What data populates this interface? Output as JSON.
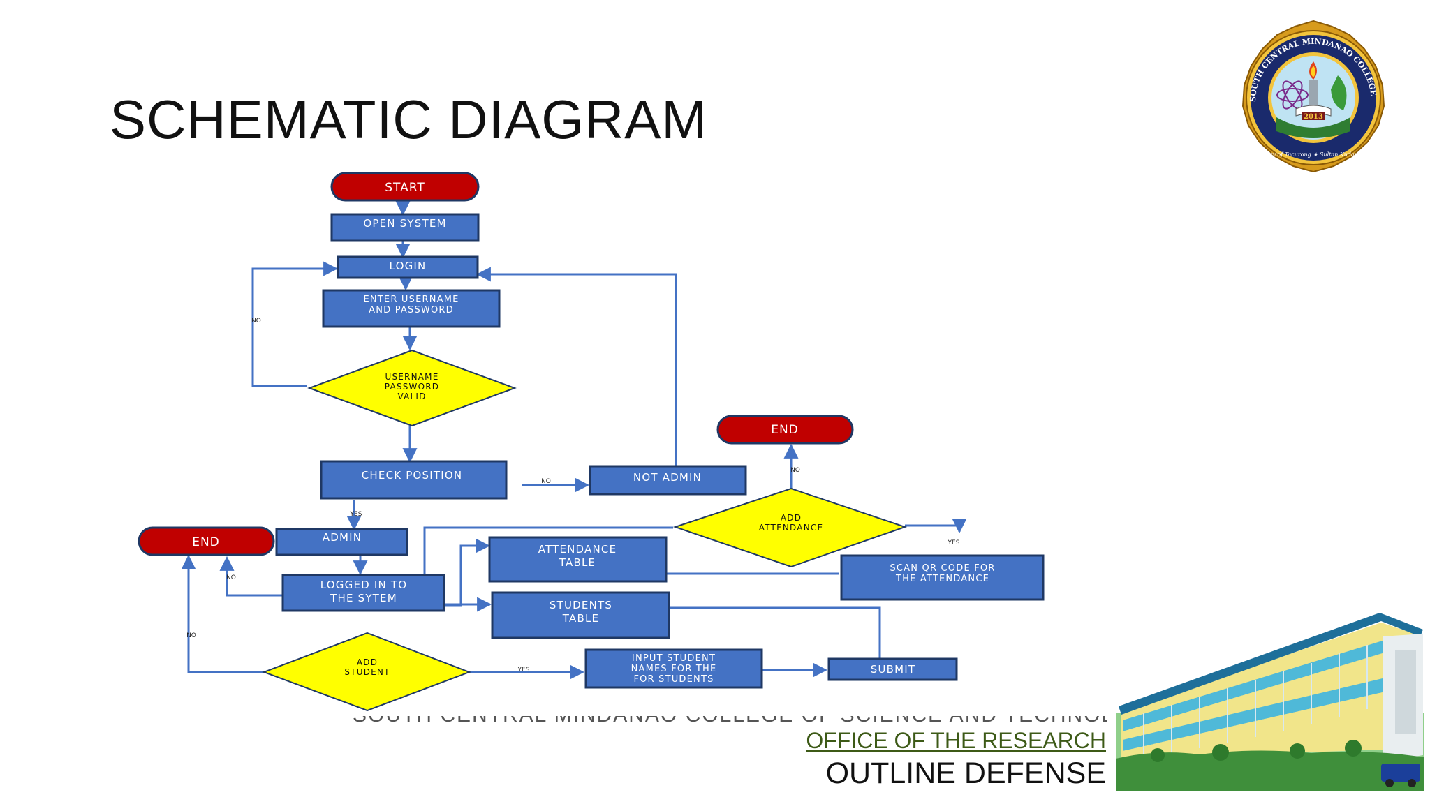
{
  "slide": {
    "title": "SCHEMATIC DIAGRAM"
  },
  "flowchart": {
    "nodes": {
      "start": "START",
      "open_system": "OPEN SYSTEM",
      "login": "LOGIN",
      "enter_credentials": [
        "ENTER USERNAME",
        "AND PASSWORD"
      ],
      "credentials_valid": [
        "USERNAME",
        "PASSWORD",
        "VALID"
      ],
      "check_position": "CHECK POSITION",
      "not_admin": "NOT ADMIN",
      "end_top": "END",
      "add_attendance": [
        "ADD",
        "ATTENDANCE"
      ],
      "scan_qr": [
        "SCAN QR CODE FOR",
        "THE ATTENDANCE"
      ],
      "admin": "ADMIN",
      "end_left": "END",
      "logged_in": [
        "LOGGED IN TO",
        "THE SYTEM"
      ],
      "attendance_table": [
        "ATTENDANCE",
        "TABLE"
      ],
      "students_table": [
        "STUDENTS",
        "TABLE"
      ],
      "add_student": [
        "ADD",
        "STUDENT"
      ],
      "input_names": [
        "INPUT STUDENT",
        "NAMES FOR THE",
        "FOR STUDENTS"
      ],
      "submit": "SUBMIT"
    },
    "edge_labels": {
      "no_login": "NO",
      "no_position": "NO",
      "yes_admin": "YES",
      "no_end_top": "NO",
      "yes_scan": "YES",
      "no_end_left": "NO",
      "no_add_student": "NO",
      "yes_add_student": "YES"
    },
    "colors": {
      "process": "#4472c4",
      "process_border": "#1f3864",
      "terminal": "#c00000",
      "decision": "#ffff00",
      "connector": "#4472c4"
    }
  },
  "footer": {
    "institution_cut": "SOUTH CENTRAL MINDANAO COLLEGE OF SCIENCE AND TECHNOLOGY, INC.",
    "office": "OFFICE OF THE RESEARCH",
    "event": "OUTLINE DEFENSE"
  },
  "seal": {
    "name": "SOUTH CENTRAL MINDANAO COLLEGE OF SCIENCE AND TECHNOLOGY, INC.",
    "year": "2013",
    "location": "City of Tacurong ★ Sultan Kudarat"
  }
}
